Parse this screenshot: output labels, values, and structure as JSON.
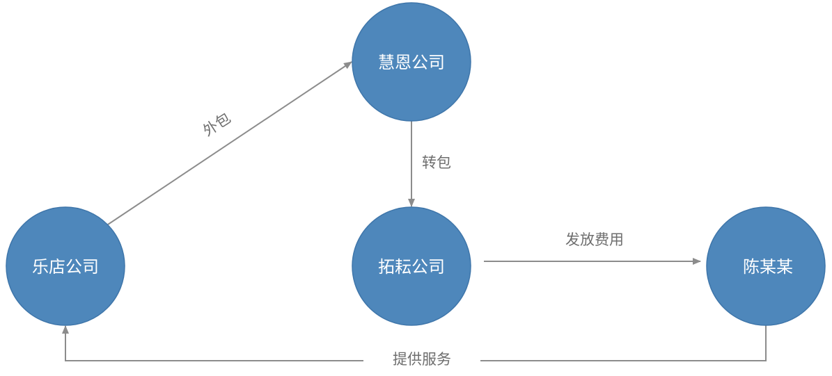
{
  "nodes": {
    "huien": {
      "label": "慧恩公司"
    },
    "ledian": {
      "label": "乐店公司"
    },
    "tuoyun": {
      "label": "拓耘公司"
    },
    "chen": {
      "label": "陈某某"
    }
  },
  "edges": {
    "outsource": {
      "label": "外包"
    },
    "subcontract": {
      "label": "转包"
    },
    "payment": {
      "label": "发放费用"
    },
    "service": {
      "label": "提供服务"
    }
  },
  "colors": {
    "node_fill": "#4e87bb",
    "edge_stroke": "#8c8c8c"
  }
}
